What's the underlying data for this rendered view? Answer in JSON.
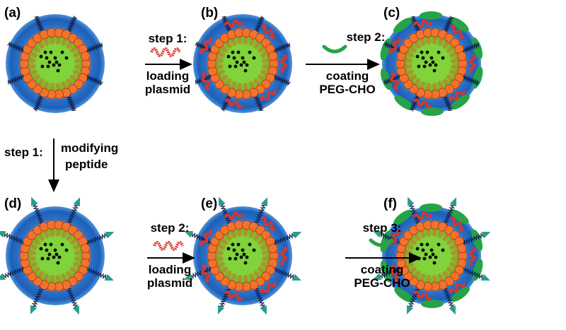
{
  "panels": [
    {
      "label": "(a)",
      "plasmid": false,
      "coating": false,
      "peptide": false
    },
    {
      "label": "(b)",
      "plasmid": true,
      "coating": false,
      "peptide": false
    },
    {
      "label": "(c)",
      "plasmid": true,
      "coating": true,
      "peptide": false
    },
    {
      "label": "(d)",
      "plasmid": false,
      "coating": false,
      "peptide": true
    },
    {
      "label": "(e)",
      "plasmid": true,
      "coating": false,
      "peptide": true
    },
    {
      "label": "(f)",
      "plasmid": true,
      "coating": true,
      "peptide": true
    }
  ],
  "steps": {
    "top_load": {
      "step": "step 1:",
      "line1": "loading",
      "line2": "plasmid"
    },
    "top_coat": {
      "step": "step 2:",
      "line1": "coating",
      "line2": "PEG-CHO"
    },
    "down_modify": {
      "step": "step 1:",
      "line1": "modifying",
      "line2": "peptide"
    },
    "bottom_load": {
      "step": "step 2:",
      "line1": "loading",
      "line2": "plasmid"
    },
    "bottom_coat": {
      "step": "step 3:",
      "line1": "coating",
      "line2": "PEG-CHO"
    }
  },
  "colors": {
    "shell": "#1e5fb8",
    "shell_light": "#79b4ea",
    "bead": "#f2732a",
    "core": "#7fd13a",
    "plasmid": "#d8362a",
    "coating": "#26a348",
    "peptide": "#2a9d8a"
  }
}
